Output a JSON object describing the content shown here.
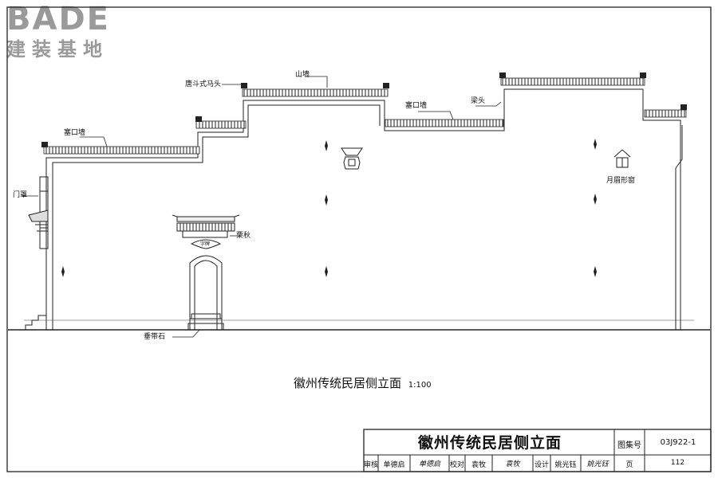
{
  "logo": {
    "word": "BADE",
    "subtitle": "建装基地"
  },
  "labels": {
    "horse_head": "唐斗式马头",
    "mountain_wall": "山墙",
    "blank_wall_left": "塞口墙",
    "blank_wall_right": "塞口墙",
    "beam_end": "梁头",
    "door_canopy": "门罩",
    "moon_window": "月眉形窗",
    "lintel_board": "栗秋",
    "lintel_plaque": "字牌",
    "threshold_stone": "垂带石"
  },
  "caption": {
    "title": "徽州传统民居侧立面",
    "scale": "1:100"
  },
  "title_block": {
    "title": "徽州传统民居侧立面",
    "atlas_label": "图集号",
    "atlas_no": "03J922-1",
    "review_label": "审核",
    "reviewer": "单德启",
    "reviewer_sig": "单德启",
    "check_label": "校对",
    "checker": "袁牧",
    "checker_sig": "袁牧",
    "design_label": "设计",
    "designer": "姚光钰",
    "designer_sig": "姚光钰",
    "page_label": "页",
    "page_no": "112"
  }
}
